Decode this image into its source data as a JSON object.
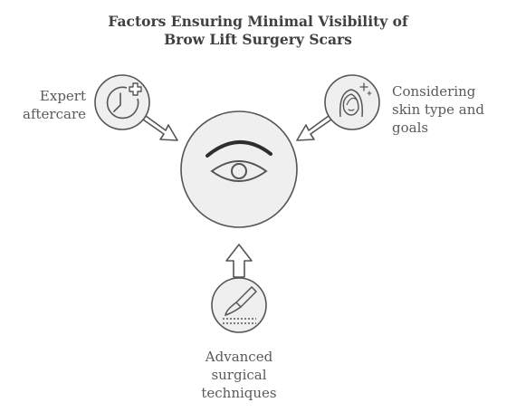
{
  "title": {
    "line1": "Factors Ensuring Minimal Visibility of",
    "line2": "Brow Lift Surgery Scars"
  },
  "center_icon": "eye-with-brow-icon",
  "factors": [
    {
      "id": "aftercare",
      "lines": [
        "Expert",
        "aftercare"
      ],
      "icon": "clock-plus-icon"
    },
    {
      "id": "skin",
      "lines": [
        "Considering",
        "skin type and",
        "goals"
      ],
      "icon": "face-sparkle-icon"
    },
    {
      "id": "surgical",
      "lines": [
        "Advanced",
        "surgical",
        "techniques"
      ],
      "icon": "scalpel-icon"
    }
  ],
  "colors": {
    "circle_fill": "#efefef",
    "stroke": "#555555",
    "text": "#5a5a5a",
    "title": "#404040"
  }
}
